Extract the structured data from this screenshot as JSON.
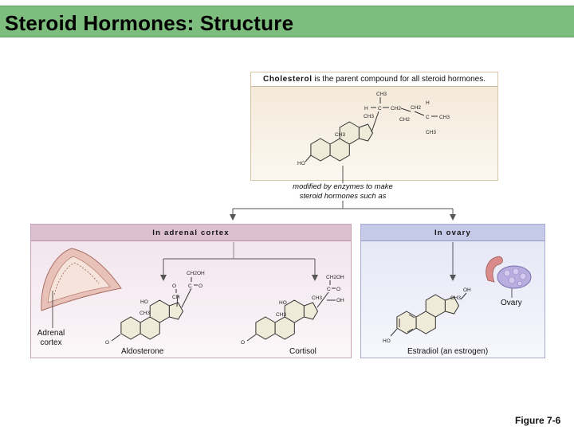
{
  "title": "Steroid Hormones: Structure",
  "cholesterol": {
    "keyword": "Cholesterol",
    "rest": " is the parent compound for all steroid hormones."
  },
  "modified_text": [
    "modified by enzymes to make",
    "steroid hormones such as"
  ],
  "adrenal": {
    "header": "In adrenal cortex",
    "gland_label": [
      "Adrenal",
      "cortex"
    ],
    "hormones": [
      "Aldosterone",
      "Cortisol"
    ]
  },
  "ovary": {
    "header": "In ovary",
    "gland_label": "Ovary",
    "hormone": "Estradiol (an estrogen)"
  },
  "figure_label": "Figure 7-6",
  "colors": {
    "title_bar": "#7dbd7d",
    "adrenal_panel": "#dcbfd0",
    "ovary_panel": "#c6cae9",
    "cholesterol_panel": "#f3e7d6"
  }
}
